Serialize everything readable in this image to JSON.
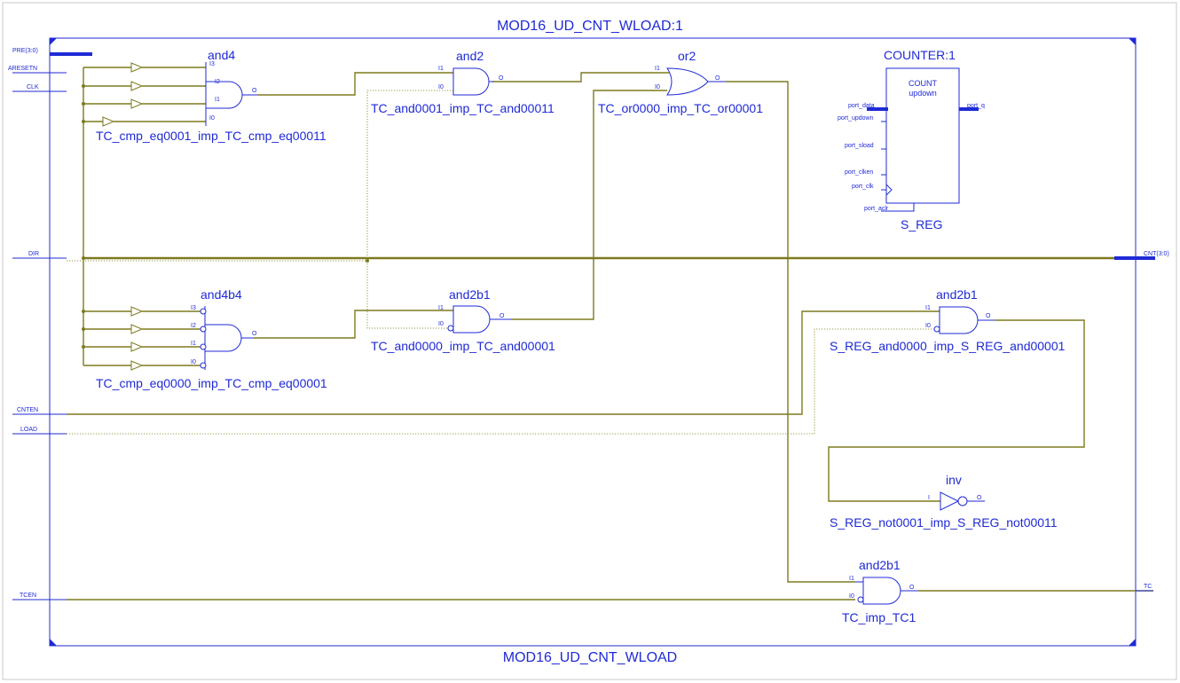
{
  "top_title": "MOD16_UD_CNT_WLOAD:1",
  "bottom_title": "MOD16_UD_CNT_WLOAD",
  "ports": {
    "pre": "PRE(3:0)",
    "aresetn": "ARESETN",
    "clk": "CLK",
    "dir": "DIR",
    "cnten": "CNTEN",
    "load": "LOAD",
    "tcen": "TCEN",
    "cnt": "CNT(3:0)",
    "tc": "TC"
  },
  "gates": {
    "and4": {
      "type": "and4",
      "instance": "TC_cmp_eq0001_imp_TC_cmp_eq00011",
      "pins": [
        "I3",
        "I2",
        "I1",
        "I0",
        "O"
      ]
    },
    "and4b4": {
      "type": "and4b4",
      "instance": "TC_cmp_eq0000_imp_TC_cmp_eq00001",
      "pins": [
        "I3",
        "I2",
        "I1",
        "I0",
        "O"
      ]
    },
    "and2_top": {
      "type": "and2",
      "instance": "TC_and0001_imp_TC_and00011",
      "pins": [
        "I1",
        "I0",
        "O"
      ]
    },
    "and2b1_mid": {
      "type": "and2b1",
      "instance": "TC_and0000_imp_TC_and00001",
      "pins": [
        "I1",
        "I0",
        "O"
      ]
    },
    "or2": {
      "type": "or2",
      "instance": "TC_or0000_imp_TC_or00001",
      "pins": [
        "I1",
        "I0",
        "O"
      ]
    },
    "and2b1_sreg": {
      "type": "and2b1",
      "instance": "S_REG_and0000_imp_S_REG_and00001",
      "pins": [
        "I1",
        "I0",
        "O"
      ]
    },
    "inv": {
      "type": "inv",
      "instance": "S_REG_not0001_imp_S_REG_not00011",
      "pins": [
        "I",
        "O"
      ]
    },
    "and2b1_tc": {
      "type": "and2b1",
      "instance": "TC_imp_TC1",
      "pins": [
        "I1",
        "I0",
        "O"
      ]
    }
  },
  "counter": {
    "title": "COUNTER:1",
    "inner_line1": "COUNT",
    "inner_line2": "updown",
    "instance": "S_REG",
    "pins": [
      "port_data",
      "port_updown",
      "port_sload",
      "port_clken",
      "port_clk",
      "port_aclr",
      "port_q"
    ]
  },
  "colors": {
    "symbol": "#1f2ad6",
    "wire": "#7d7a1e",
    "background": "#ffffff"
  }
}
